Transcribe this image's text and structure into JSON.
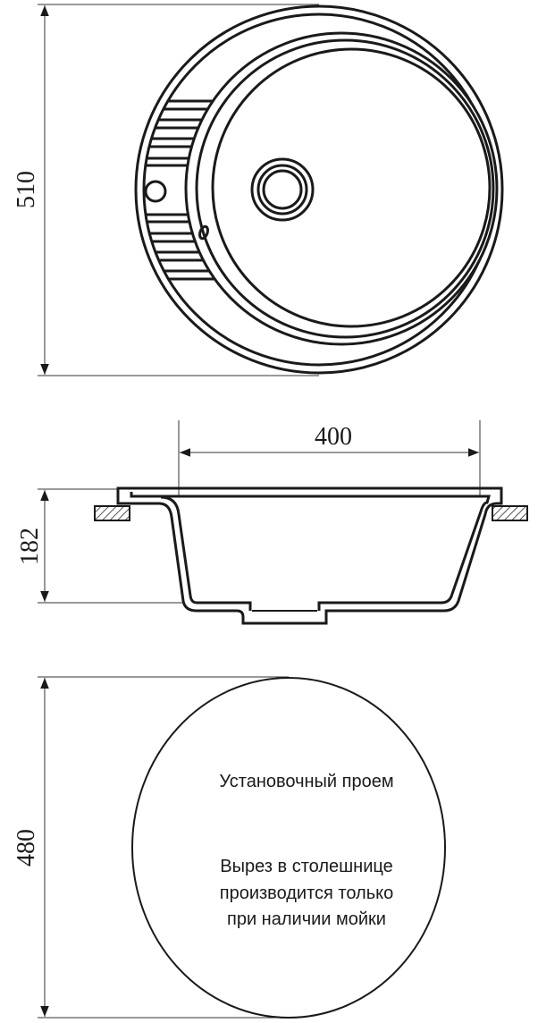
{
  "top_view": {
    "dimension_label": "510"
  },
  "section_view": {
    "width_label": "400",
    "depth_label": "182"
  },
  "cutout_view": {
    "dimension_label": "480",
    "title": "Установочный проем",
    "note_lines": [
      "Вырез в столешнице",
      "производится только",
      "при наличии мойки"
    ]
  },
  "colors": {
    "line": "#1a1a1a",
    "background": "#ffffff"
  }
}
